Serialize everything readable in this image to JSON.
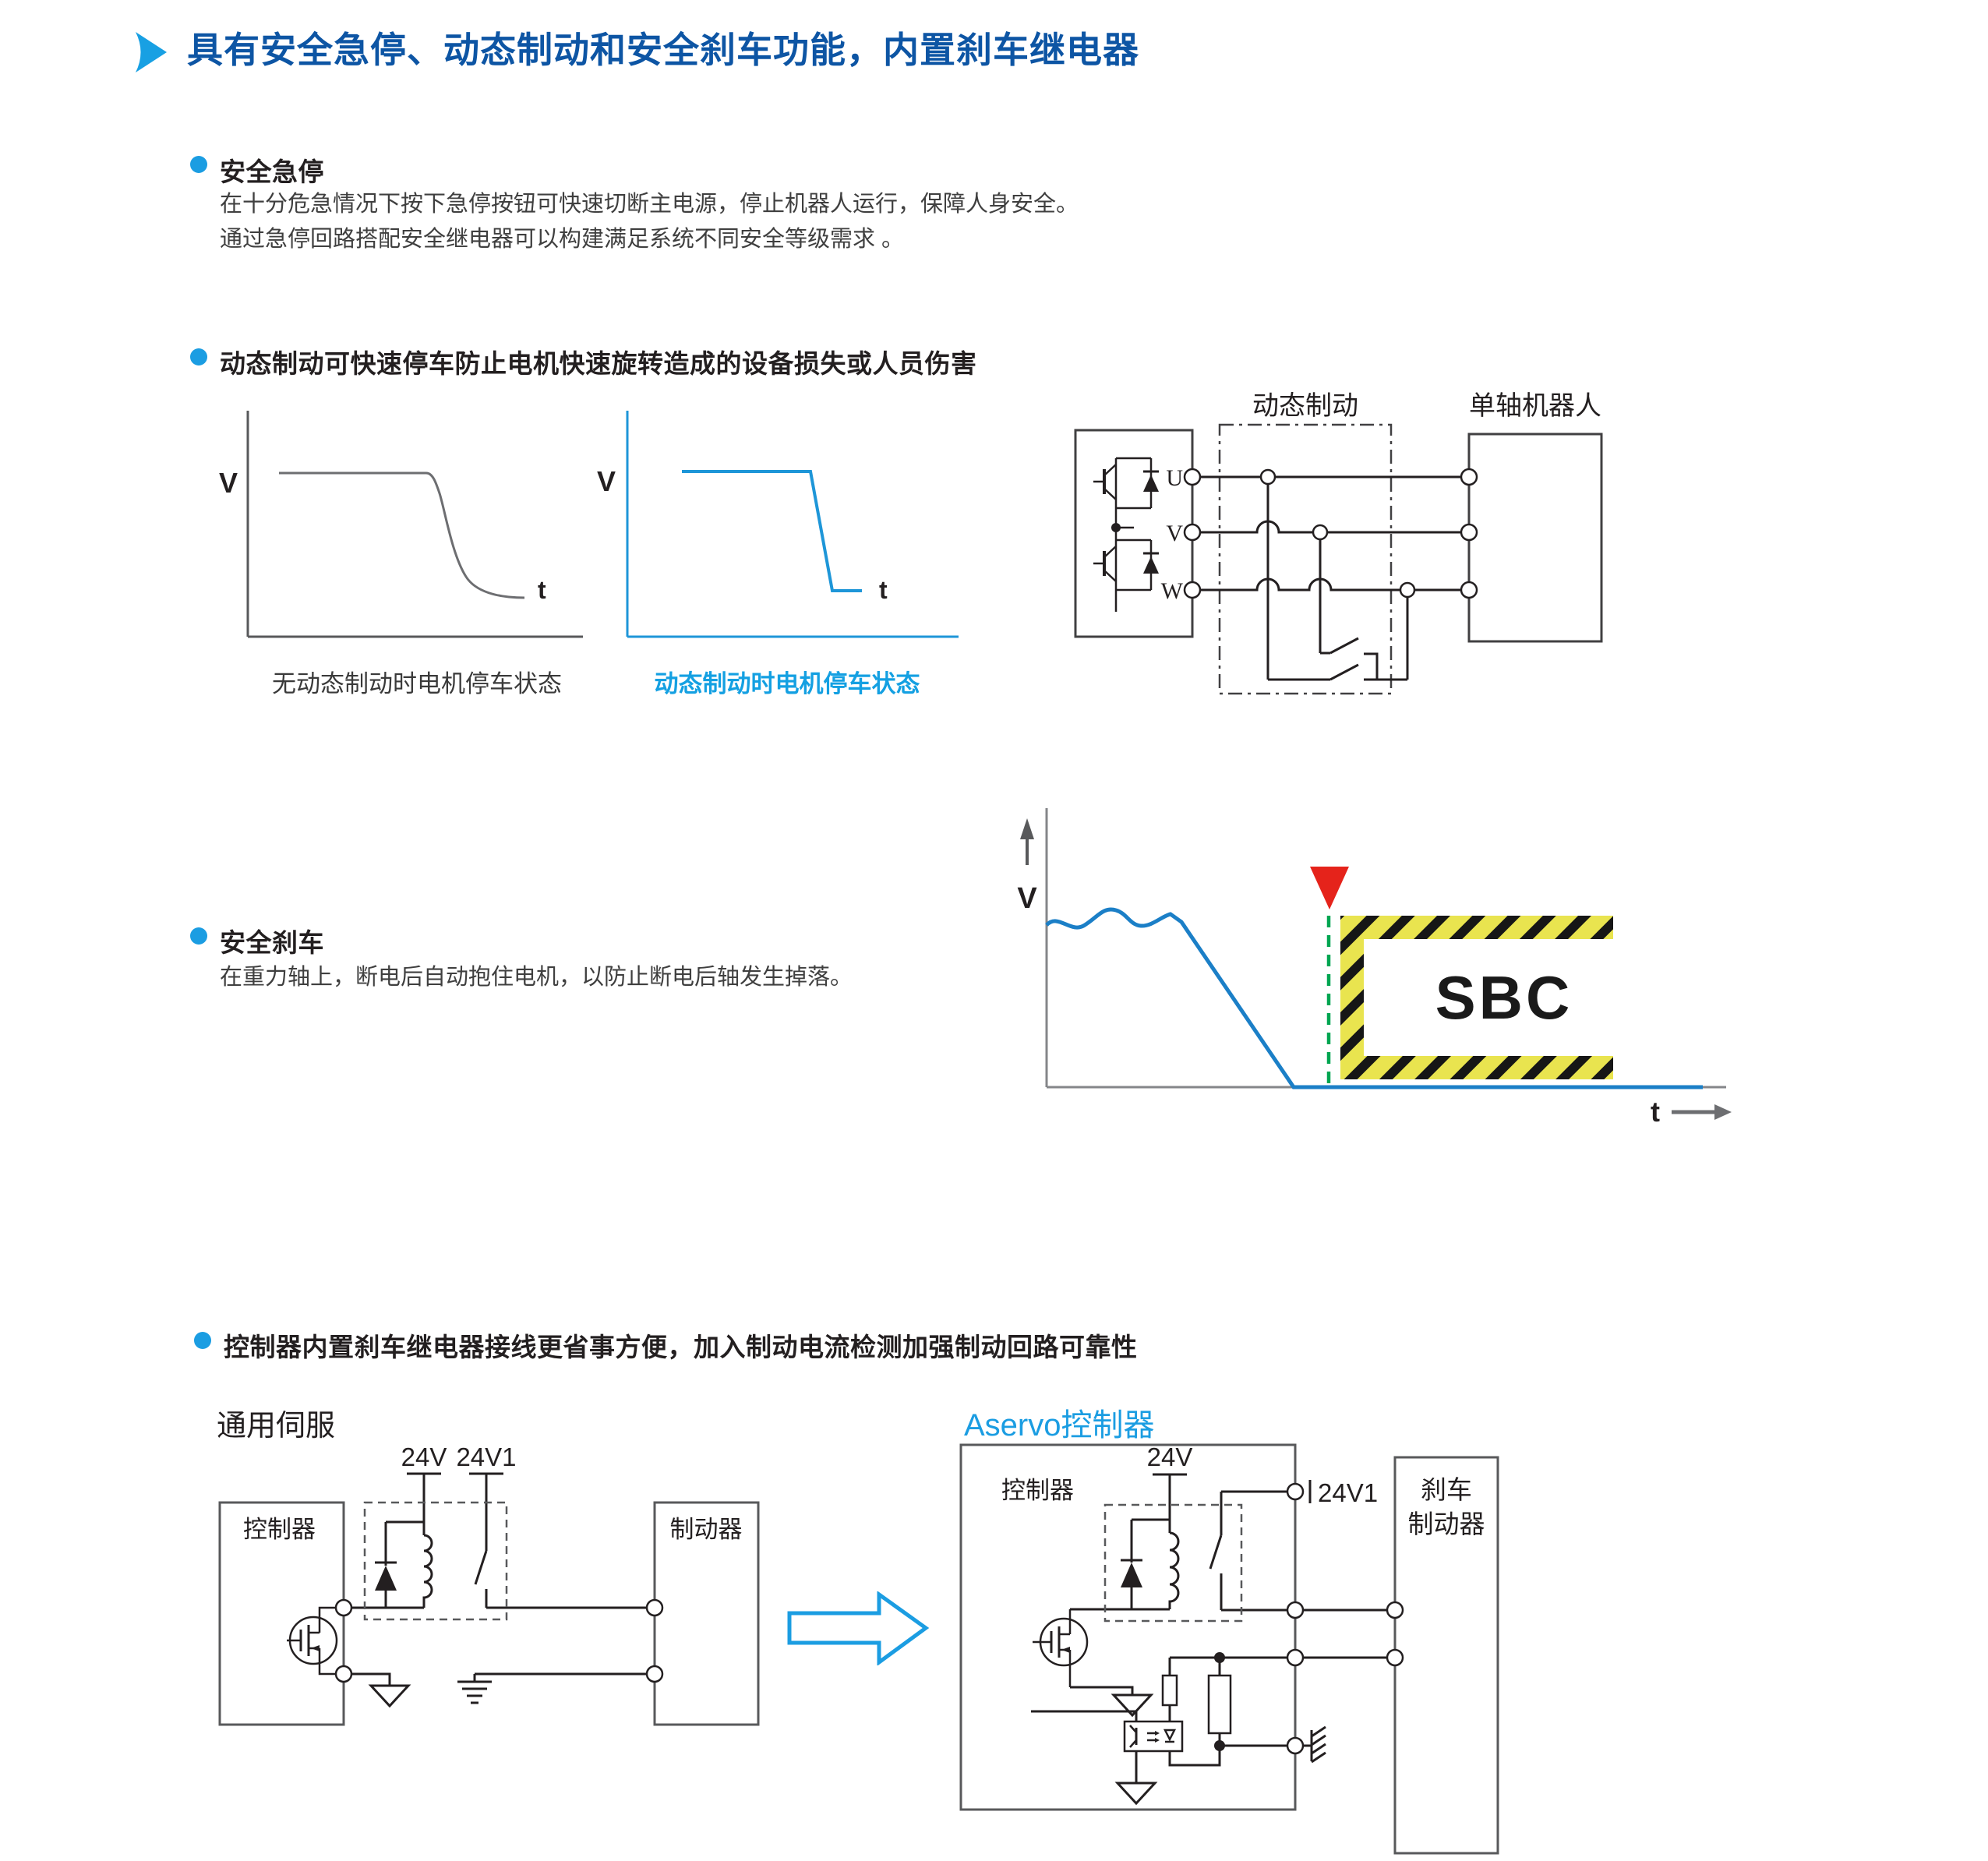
{
  "title": {
    "text": "具有安全急停、动态制动和安全刹车功能，内置刹车继电器"
  },
  "estop": {
    "heading": "安全急停",
    "body1": "在十分危急情况下按下急停按钮可快速切断主电源，停止机器人运行，保障人身安全。",
    "body2": "通过急停回路搭配安全继电器可以构建满足系统不同安全等级需求 。"
  },
  "dynamic": {
    "heading": "动态制动可快速停车防止电机快速旋转造成的设备损失或人员伤害",
    "fig_no_brake": {
      "v": "V",
      "t": "t",
      "caption": "无动态制动时电机停车状态"
    },
    "fig_brake": {
      "v": "V",
      "t": "t",
      "caption": "动态制动时电机停车状态"
    },
    "circuit": {
      "dynamic_label": "动态制动",
      "robot_label": "单轴机器人",
      "phase_u": "U",
      "phase_v": "V",
      "phase_w": "W"
    }
  },
  "safe_brake": {
    "heading": "安全刹车",
    "body": "在重力轴上，断电后自动抱住电机，以防止断电后轴发生掉落。",
    "fig": {
      "v": "V",
      "t": "t",
      "zone": "SBC"
    }
  },
  "relay": {
    "heading": "控制器内置刹车继电器接线更省事方便，加入制动电流检测加强制动回路可靠性",
    "generic": {
      "title": "通用伺服",
      "v24": "24V",
      "v24_1": "24V1",
      "controller": "控制器",
      "brake": "制动器"
    },
    "aservo": {
      "title": "Aservo控制器",
      "v24": "24V",
      "v24_1": "24V1",
      "controller": "控制器",
      "brake1": "刹车",
      "brake2": "制动器"
    }
  },
  "colors": {
    "title_blue": "#0d55a4",
    "accent_blue": "#1b9de2",
    "curve_blue": "#1e96d8",
    "sbc_curve_blue": "#1b7fc7",
    "sbc_green": "#00a551",
    "sbc_red": "#e5231b",
    "hazard_yellow": "#e9e44f",
    "line_dark": "#231f20",
    "line_gray": "#58595b"
  }
}
